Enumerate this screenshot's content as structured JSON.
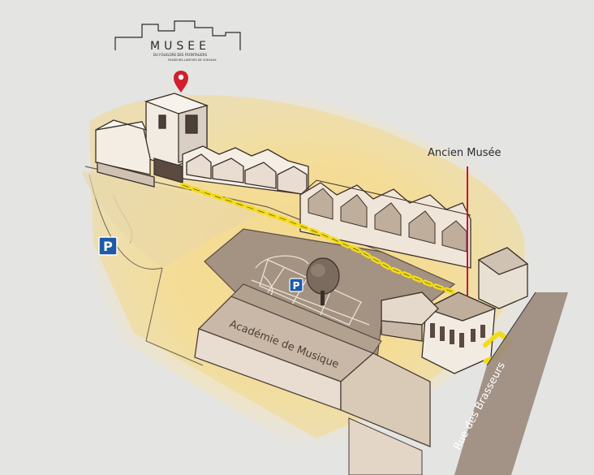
{
  "logo": {
    "wordmark": "MUSEE",
    "line1": "DU FOLKLORE DES FRONTALIERS",
    "line2": "PASSEURS-LAVEURS DE CHEVAUX"
  },
  "labels": {
    "ancien_musee": "Ancien Musée",
    "academie": "Académie de Musique",
    "rue": "Rue des Brasseurs"
  },
  "parking": {
    "symbol": "P"
  },
  "colors": {
    "background": "#e4e4e2",
    "highlight": "#f3d98a",
    "marker": "#d21f2b",
    "parking": "#1e5aa8",
    "path_dots": "#f2dc16",
    "leader_line": "#c0163a",
    "ink": "#3b302a"
  },
  "icons": [
    "location-pin-icon",
    "parking-icon",
    "tree-icon"
  ]
}
